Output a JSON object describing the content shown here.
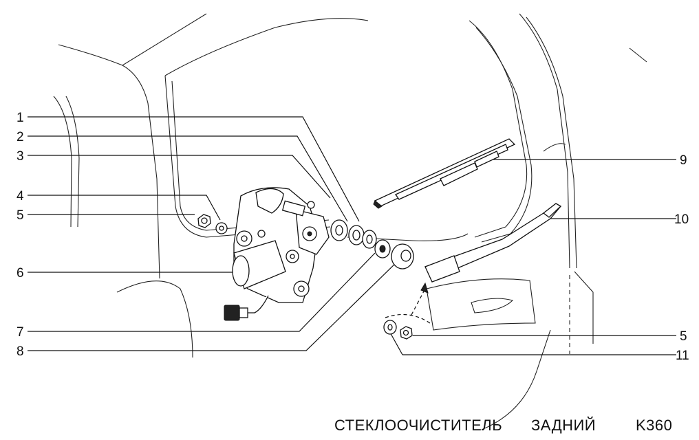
{
  "callouts": {
    "c1": "1",
    "c2": "2",
    "c3": "3",
    "c4": "4",
    "c5a": "5",
    "c6": "6",
    "c7": "7",
    "c8": "8",
    "c9": "9",
    "c10": "10",
    "c5b": "5",
    "c11": "11"
  },
  "caption": {
    "title": "СТЕКЛООЧИСТИТЕЛЬ",
    "subtitle": "ЗАДНИЙ",
    "code": "K360"
  }
}
